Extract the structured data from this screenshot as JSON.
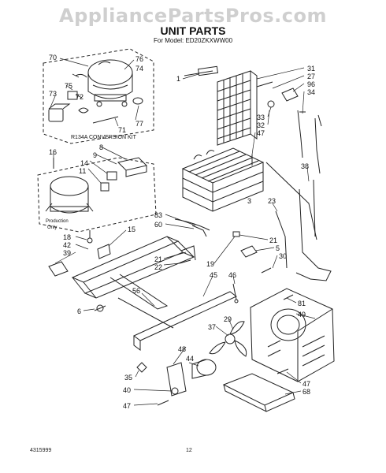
{
  "watermark": "AppliancePartsPros.com",
  "header": {
    "title": "UNIT PARTS",
    "model_line": "For Model: ED20ZKXWW00"
  },
  "kit_label": "R134A CONVERSION KIT",
  "production_label": [
    "Production",
    "Only"
  ],
  "footer": {
    "doc_number": "4315999",
    "page_number": "12"
  },
  "callouts": {
    "c70": "70",
    "c76": "76",
    "c74": "74",
    "c75": "75",
    "c72": "72",
    "c73": "73",
    "c71": "71",
    "c77": "77",
    "c16": "16",
    "c8": "8",
    "c9": "9",
    "c14": "14",
    "c11": "11",
    "c18": "18",
    "c42": "42",
    "c39": "39",
    "c15": "15",
    "c1": "1",
    "c31": "31",
    "c27": "27",
    "c96": "96",
    "c34": "34",
    "c33": "33",
    "c32": "32",
    "c47a": "47",
    "c38": "38",
    "c3": "3",
    "c23": "23",
    "c83": "83",
    "c60": "60",
    "c21a": "21",
    "c5": "5",
    "c30": "30",
    "c21b": "21",
    "c22": "22",
    "c19": "19",
    "c45": "45",
    "c46": "46",
    "c56": "56",
    "c6": "6",
    "c81": "81",
    "c49": "49",
    "c29": "29",
    "c37": "37",
    "c48": "48",
    "c44": "44",
    "c35": "35",
    "c40": "40",
    "c47b": "47",
    "c47c": "47",
    "c68": "68"
  }
}
